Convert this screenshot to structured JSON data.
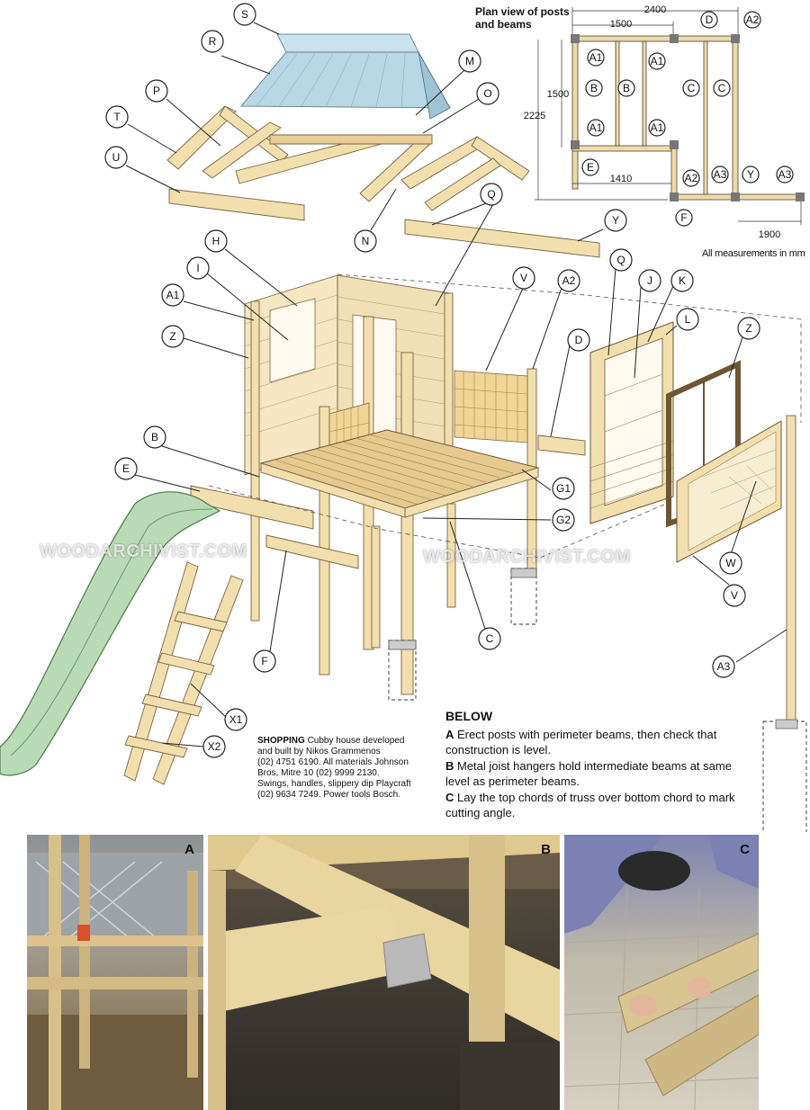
{
  "plan": {
    "title": "Plan view of posts and beams",
    "dims": {
      "d2400": "2400",
      "d1500w": "1500",
      "d1500h": "1500",
      "d2225": "2225",
      "d1410": "1410",
      "d1900": "1900"
    },
    "labels": [
      "D",
      "A2",
      "A1",
      "A1",
      "B",
      "B",
      "C",
      "C",
      "A1",
      "A1",
      "E",
      "A2",
      "A3",
      "Y",
      "A3",
      "F"
    ],
    "note": "All measurements in mm"
  },
  "parts": {
    "S": "S",
    "R": "R",
    "M": "M",
    "O": "O",
    "P": "P",
    "T": "T",
    "U": "U",
    "N": "N",
    "Q": "Q",
    "Y": "Y",
    "H": "H",
    "I": "I",
    "A1": "A1",
    "Z": "Z",
    "V": "V",
    "A2": "A2",
    "D": "D",
    "Q2": "Q",
    "J": "J",
    "K": "K",
    "L": "L",
    "Z2": "Z",
    "B": "B",
    "E": "E",
    "G1": "G1",
    "G2": "G2",
    "C": "C",
    "F": "F",
    "W": "W",
    "V2": "V",
    "A3": "A3",
    "X1": "X1",
    "X2": "X2"
  },
  "shopping": {
    "heading": "SHOPPING",
    "lines": [
      "Cubby house developed",
      "and built by Nikos Grammenos",
      "(02) 4751 6190. All materials Johnson",
      "Bros, Mitre 10 (02) 9999 2130.",
      "Swings, handles, slippery dip Playcraft",
      "(02) 9634 7249. Power tools Bosch."
    ]
  },
  "instructions": {
    "heading": "BELOW",
    "steps": [
      {
        "letter": "A",
        "text": " Erect posts with perimeter beams, then check that construction is level."
      },
      {
        "letter": "B",
        "text": " Metal joist hangers hold intermediate beams at same level as perimeter beams."
      },
      {
        "letter": "C",
        "text": " Lay the top chords of truss over bottom chord to mark cutting angle."
      }
    ]
  },
  "watermark": "WOODARCHIVIST.COM",
  "photos": {
    "a": "A",
    "b": "B",
    "c": "C"
  },
  "colors": {
    "wood": "#f3deae",
    "slide": "#b8dbb5",
    "roof": "#b7d7e6"
  }
}
